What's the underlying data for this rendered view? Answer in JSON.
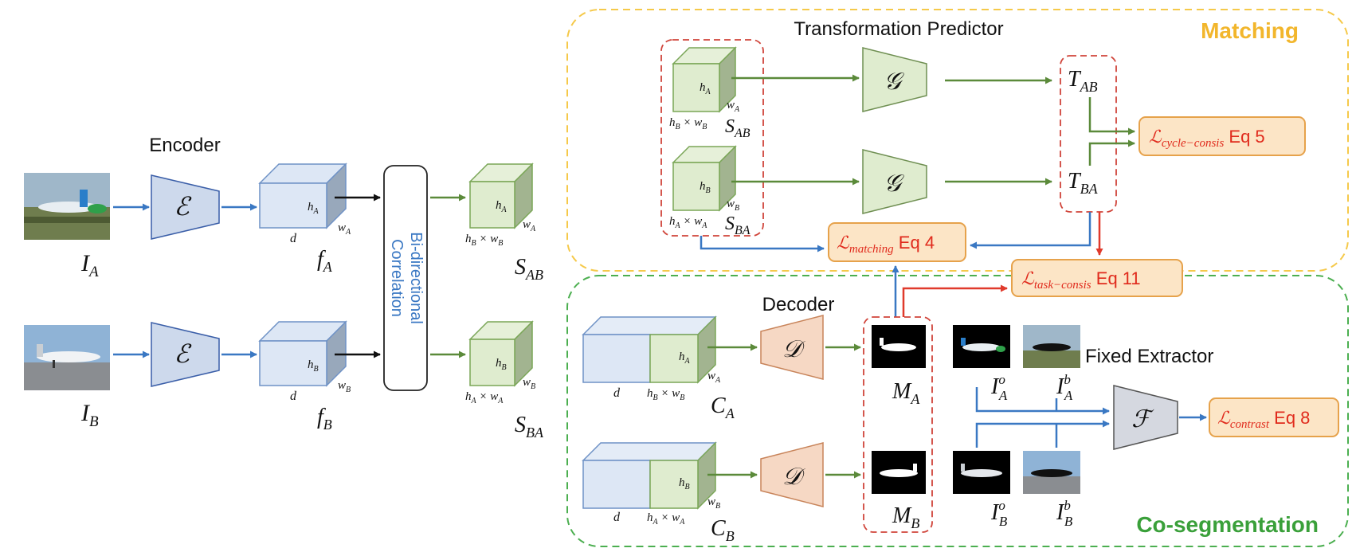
{
  "regions": {
    "matching": "Matching",
    "cosegmentation": "Co-segmentation"
  },
  "headings": {
    "encoder": "Encoder",
    "transformation_predictor": "Transformation Predictor",
    "decoder": "Decoder",
    "fixed_extractor": "Fixed Extractor"
  },
  "correlation": {
    "line1": "Bi-directional",
    "line2": "Correlation"
  },
  "encoder_symbol": "ℰ",
  "predictor_symbol": "𝒢",
  "decoder_symbol": "𝒟",
  "extractor_symbol": "ℱ",
  "image_labels": {
    "IA_base": "I",
    "IA_sub": "A",
    "IB_base": "I",
    "IB_sub": "B"
  },
  "feature_labels": {
    "fA_base": "f",
    "fA_sub": "A",
    "fB_base": "f",
    "fB_sub": "B",
    "d": "d",
    "hA": "h",
    "hA_sub": "A",
    "wA": "w",
    "wA_sub": "A",
    "hB": "h",
    "hB_sub": "B",
    "wB": "w",
    "wB_sub": "B"
  },
  "corr_labels": {
    "SAB_base": "S",
    "SAB_sub": "AB",
    "SBA_base": "S",
    "SBA_sub": "BA",
    "hBxwB": "h",
    "hBxwB_a": "B",
    "hBxwB_b": " × w",
    "hBxwB_c": "B",
    "hAxwA": "h",
    "hAxwA_a": "A",
    "hAxwA_b": " × w",
    "hAxwA_c": "A"
  },
  "transform_labels": {
    "TAB_base": "T",
    "TAB_sub": "AB",
    "TBA_base": "T",
    "TBA_sub": "BA"
  },
  "mask_labels": {
    "MA_base": "M",
    "MA_sub": "A",
    "MB_base": "M",
    "MB_sub": "B"
  },
  "concat_labels": {
    "CA_base": "C",
    "CA_sub": "A",
    "CB_base": "C",
    "CB_sub": "B"
  },
  "extractor_images": {
    "IAo_base": "I",
    "IAo_sub": "A",
    "IAo_sup": "o",
    "IAb_base": "I",
    "IAb_sub": "A",
    "IAb_sup": "b",
    "IBo_base": "I",
    "IBo_sub": "B",
    "IBo_sup": "o",
    "IBb_base": "I",
    "IBb_sub": "B",
    "IBb_sup": "b"
  },
  "losses": {
    "cycle": {
      "L": "ℒ",
      "sub": "cycle−consis",
      "eq": " Eq 5"
    },
    "matching": {
      "L": "ℒ",
      "sub": "matching",
      "eq": " Eq 4"
    },
    "task": {
      "L": "ℒ",
      "sub": "task−consis",
      "eq": " Eq 11"
    },
    "contrast": {
      "L": "ℒ",
      "sub": "contrast",
      "eq": " Eq 8"
    }
  },
  "colors": {
    "matching_region": "#f5c94a",
    "coseg_region": "#4caf50",
    "matching_title": "#f2b62c",
    "coseg_title": "#3aa03a",
    "blue_arrow": "#3a78c3",
    "green_arrow": "#5b8a3a",
    "red_arrow": "#e03a2c",
    "loss_fill": "#fce5c6",
    "loss_border": "#e6a24b",
    "loss_text": "#e02a1c",
    "encoder_fill": "#cdd9ec",
    "predictor_fill": "#dfeccf",
    "decoder_fill": "#f6d8c4",
    "extractor_fill": "#d5d8e0"
  }
}
